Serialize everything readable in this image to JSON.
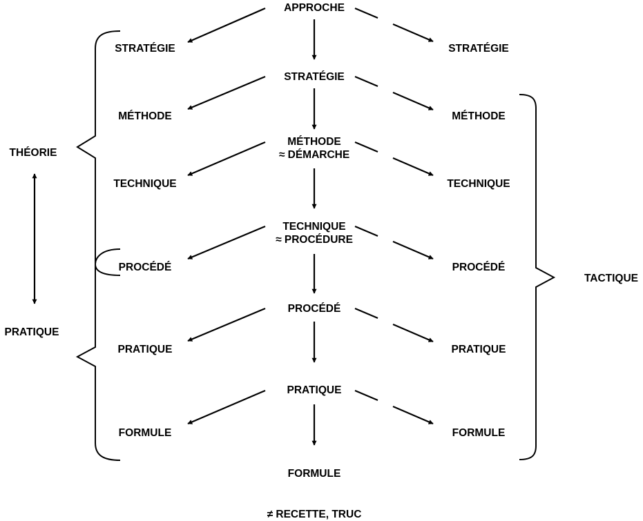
{
  "center": {
    "approche": "APPROCHE",
    "strategie": "STRATÉGIE",
    "methode": "MÉTHODE",
    "methode_eq": "≈ DÉMARCHE",
    "technique": "TECHNIQUE",
    "technique_eq": "≈ PROCÉDURE",
    "procede": "PROCÉDÉ",
    "pratique": "PRATIQUE",
    "formule": "FORMULE",
    "formule_not": "≠ RECETTE, TRUC"
  },
  "left": {
    "strategie": "STRATÉGIE",
    "methode": "MÉTHODE",
    "technique": "TECHNIQUE",
    "procede": "PROCÉDÉ",
    "pratique": "PRATIQUE",
    "formule": "FORMULE"
  },
  "right": {
    "strategie": "STRATÉGIE",
    "methode": "MÉTHODE",
    "technique": "TECHNIQUE",
    "procede": "PROCÉDÉ",
    "pratique": "PRATIQUE",
    "formule": "FORMULE"
  },
  "axis": {
    "theorie": "THÉORIE",
    "pratique": "PRATIQUE"
  },
  "tactique": "TACTIQUE"
}
